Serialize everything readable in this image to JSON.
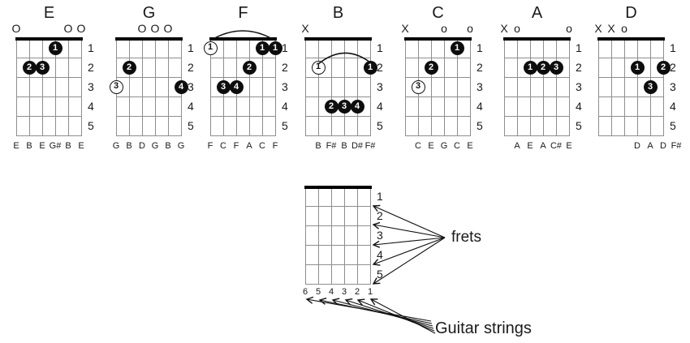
{
  "colors": {
    "grid_line": "#8e8e8e",
    "nut": "#000000",
    "dot": "#0d0d0d",
    "text": "#1a1a1a"
  },
  "fret_numbers": [
    "1",
    "2",
    "3",
    "4",
    "5"
  ],
  "chords": [
    {
      "name": "E",
      "markers": [
        "O",
        "",
        "",
        "",
        "O",
        "O"
      ],
      "dots": [
        {
          "string": 3,
          "fret": 1,
          "finger": "1",
          "outline": false
        },
        {
          "string": 5,
          "fret": 2,
          "finger": "2",
          "outline": false
        },
        {
          "string": 4,
          "fret": 2,
          "finger": "3",
          "outline": false
        }
      ],
      "barre": null,
      "notes": [
        "E",
        "B",
        "E",
        "G#",
        "B",
        "E"
      ]
    },
    {
      "name": "G",
      "markers": [
        "",
        "",
        "O",
        "O",
        "O",
        ""
      ],
      "dots": [
        {
          "string": 5,
          "fret": 2,
          "finger": "2",
          "outline": false
        },
        {
          "string": 6,
          "fret": 3,
          "finger": "3",
          "outline": true
        },
        {
          "string": 1,
          "fret": 3,
          "finger": "4",
          "outline": false
        }
      ],
      "barre": null,
      "notes": [
        "G",
        "B",
        "D",
        "G",
        "B",
        "G"
      ]
    },
    {
      "name": "F",
      "markers": [
        "",
        "",
        "",
        "",
        "",
        ""
      ],
      "dots": [
        {
          "string": 6,
          "fret": 1,
          "finger": "1",
          "outline": true
        },
        {
          "string": 2,
          "fret": 1,
          "finger": "1",
          "outline": false
        },
        {
          "string": 1,
          "fret": 1,
          "finger": "1",
          "outline": false
        },
        {
          "string": 3,
          "fret": 2,
          "finger": "2",
          "outline": false
        },
        {
          "string": 5,
          "fret": 3,
          "finger": "3",
          "outline": false
        },
        {
          "string": 4,
          "fret": 3,
          "finger": "4",
          "outline": false
        }
      ],
      "barre": {
        "from_string": 6,
        "to_string": 1,
        "at_nut": true
      },
      "notes": [
        "F",
        "C",
        "F",
        "A",
        "C",
        "F"
      ]
    },
    {
      "name": "B",
      "markers": [
        "X",
        "",
        "",
        "",
        "",
        ""
      ],
      "dots": [
        {
          "string": 5,
          "fret": 2,
          "finger": "1",
          "outline": true
        },
        {
          "string": 1,
          "fret": 2,
          "finger": "1",
          "outline": false
        },
        {
          "string": 4,
          "fret": 4,
          "finger": "2",
          "outline": false
        },
        {
          "string": 3,
          "fret": 4,
          "finger": "3",
          "outline": false
        },
        {
          "string": 2,
          "fret": 4,
          "finger": "4",
          "outline": false
        }
      ],
      "barre": {
        "from_string": 5,
        "to_string": 1,
        "at_nut": false,
        "fret": 2
      },
      "notes": [
        "",
        "B",
        "F#",
        "B",
        "D#",
        "F#"
      ]
    },
    {
      "name": "C",
      "markers": [
        "X",
        "",
        "",
        "o",
        "",
        "o"
      ],
      "dots": [
        {
          "string": 2,
          "fret": 1,
          "finger": "1",
          "outline": false
        },
        {
          "string": 4,
          "fret": 2,
          "finger": "2",
          "outline": false
        },
        {
          "string": 5,
          "fret": 3,
          "finger": "3",
          "outline": true
        }
      ],
      "barre": null,
      "notes": [
        "",
        "C",
        "E",
        "G",
        "C",
        "E"
      ]
    },
    {
      "name": "A",
      "markers": [
        "X",
        "o",
        "",
        "",
        "",
        "o"
      ],
      "dots": [
        {
          "string": 4,
          "fret": 2,
          "finger": "1",
          "outline": false
        },
        {
          "string": 3,
          "fret": 2,
          "finger": "2",
          "outline": false
        },
        {
          "string": 2,
          "fret": 2,
          "finger": "3",
          "outline": false
        }
      ],
      "barre": null,
      "notes": [
        "",
        "A",
        "E",
        "A",
        "C#",
        "E"
      ]
    },
    {
      "name": "D",
      "markers": [
        "X",
        "X",
        "o",
        "",
        "",
        ""
      ],
      "dots": [
        {
          "string": 3,
          "fret": 2,
          "finger": "1",
          "outline": false
        },
        {
          "string": 1,
          "fret": 2,
          "finger": "2",
          "outline": false
        },
        {
          "string": 2,
          "fret": 3,
          "finger": "3",
          "outline": false
        }
      ],
      "barre": null,
      "notes": [
        "",
        "",
        "",
        "D",
        "A",
        "D",
        "F#"
      ]
    }
  ],
  "legend": {
    "string_numbers": [
      "6",
      "5",
      "4",
      "3",
      "2",
      "1"
    ],
    "frets_label": "frets",
    "strings_label": "Guitar strings"
  }
}
